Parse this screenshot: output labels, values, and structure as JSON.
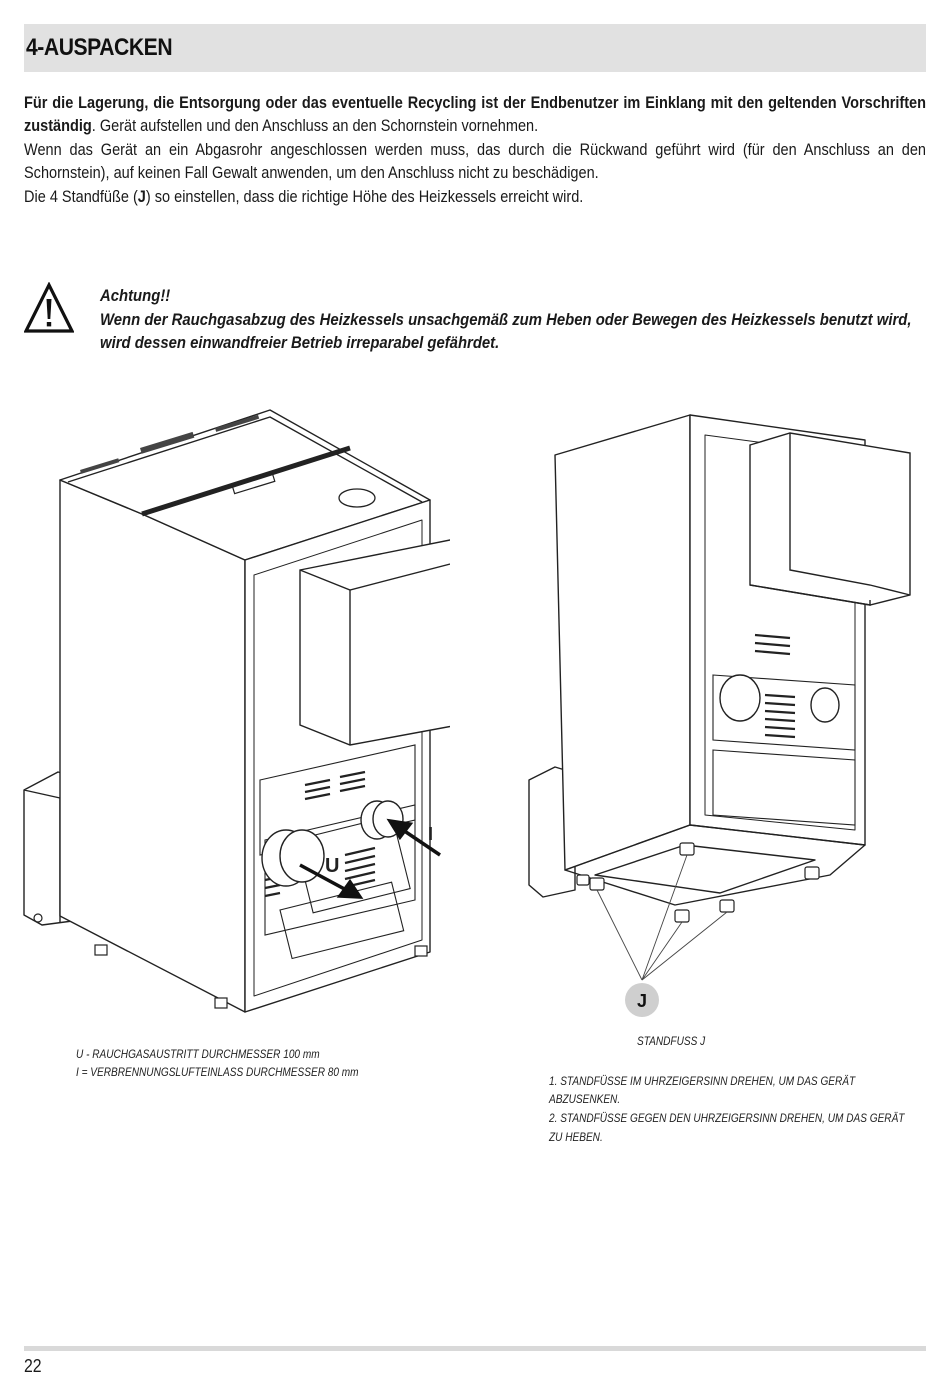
{
  "header": {
    "title": "4-AUSPACKEN"
  },
  "intro": {
    "bold_text": "Für die Lagerung, die Entsorgung oder das eventuelle Recycling ist der Endbenutzer im Einklang mit den geltenden Vorschriften zuständig",
    "text_after_bold": ". Gerät aufstellen und den Anschluss an den Schornstein vornehmen.",
    "paragraph_2": "Wenn das Gerät an ein Abgasrohr angeschlossen werden muss, das durch die Rückwand geführt wird (für den Anschluss an den Schornstein), auf keinen Fall Gewalt anwenden, um den Anschluss nicht zu beschädigen.",
    "paragraph_3_before": "Die 4 Standfüße (",
    "paragraph_3_bold": "J",
    "paragraph_3_after": ") so einstellen, dass die richtige Höhe des Heizkessels erreicht wird."
  },
  "warning": {
    "icon": "warning-triangle-icon",
    "title": "Achtung!!",
    "text": "Wenn der Rauchgasabzug des Heizkessels unsachgemäß zum Heben oder Bewegen des Heizkessels benutzt wird, wird dessen einwandfreier Betrieb irreparabel gefährdet."
  },
  "figure_left": {
    "label_u": "U",
    "label_i": "I",
    "caption_1": "U - RAUCHGASAUSTRITT DURCHMESSER 100 mm",
    "caption_2": "I = VERBRENNUNGSLUFTEINLASS DURCHMESSER 80 mm"
  },
  "figure_right": {
    "label_j": "J",
    "caption_title": "STANDFUSS J",
    "step_1_line_1": "1. STANDFÜSSE IM UHRZEIGERSINN DREHEN, UM DAS GERÄT",
    "step_1_line_2": "ABZUSENKEN.",
    "step_2_line_1": "2. STANDFÜSSE GEGEN DEN UHRZEIGERSINN DREHEN, UM DAS GERÄT",
    "step_2_line_2": "ZU HEBEN."
  },
  "footer": {
    "page_number": "22"
  }
}
